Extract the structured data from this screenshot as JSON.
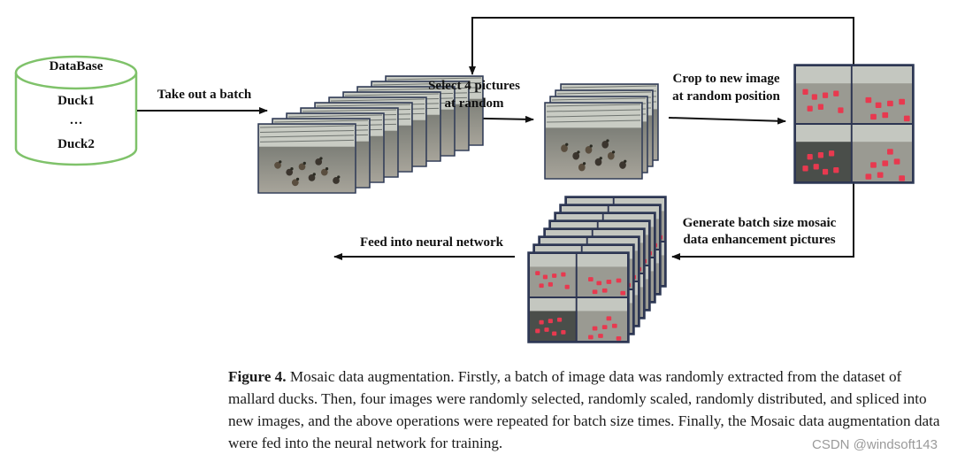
{
  "database": {
    "title": "DataBase",
    "items": [
      "Duck1",
      "…",
      "Duck2"
    ],
    "border_color": "#7fc26a"
  },
  "steps": {
    "take_batch": "Take out a batch",
    "select_line1": "Select 4 pictures",
    "select_line2": "at random",
    "crop_line1": "Crop to new image",
    "crop_line2": "at random position",
    "generate_line1": "Generate batch size mosaic",
    "generate_line2": "data enhancement pictures",
    "feed": "Feed into neural network"
  },
  "caption": {
    "label": "Figure 4.",
    "text": " Mosaic data augmentation. Firstly, a batch of image data was randomly extracted from the dataset of mallard ducks. Then, four images were randomly selected, randomly scaled, randomly distributed, and spliced into new images, and the above operations were repeated for batch size times. Finally, the Mosaic data augmentation data were fed into the neural network for training."
  },
  "watermark": "CSDN @windsoft143",
  "colors": {
    "arrow": "#111111",
    "mosaic_red": "#e8394f",
    "photo_frame": "#2f3a56"
  }
}
